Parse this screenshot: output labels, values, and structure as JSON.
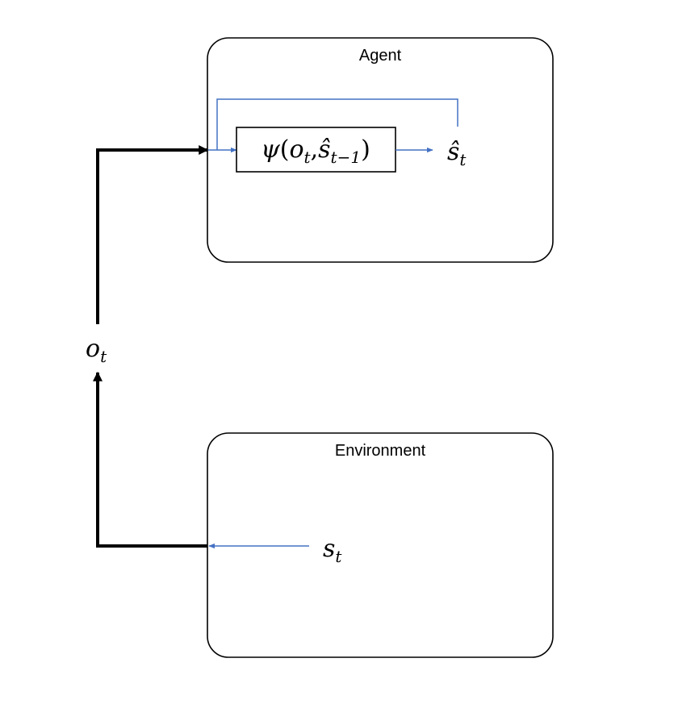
{
  "agent": {
    "title": "Agent",
    "psi": {
      "symbol": "ψ",
      "open": "(",
      "o": "o",
      "o_sub": "t",
      "comma": ",",
      "s": "ŝ",
      "s_sub": "t−1",
      "close": ")"
    },
    "state_estimate": {
      "symbol": "ŝ",
      "sub": "t"
    }
  },
  "observation": {
    "symbol": "o",
    "sub": "t"
  },
  "environment": {
    "title": "Environment",
    "state": {
      "symbol": "s",
      "sub": "t"
    }
  },
  "colors": {
    "black": "#000000",
    "blue": "#4472c4"
  }
}
